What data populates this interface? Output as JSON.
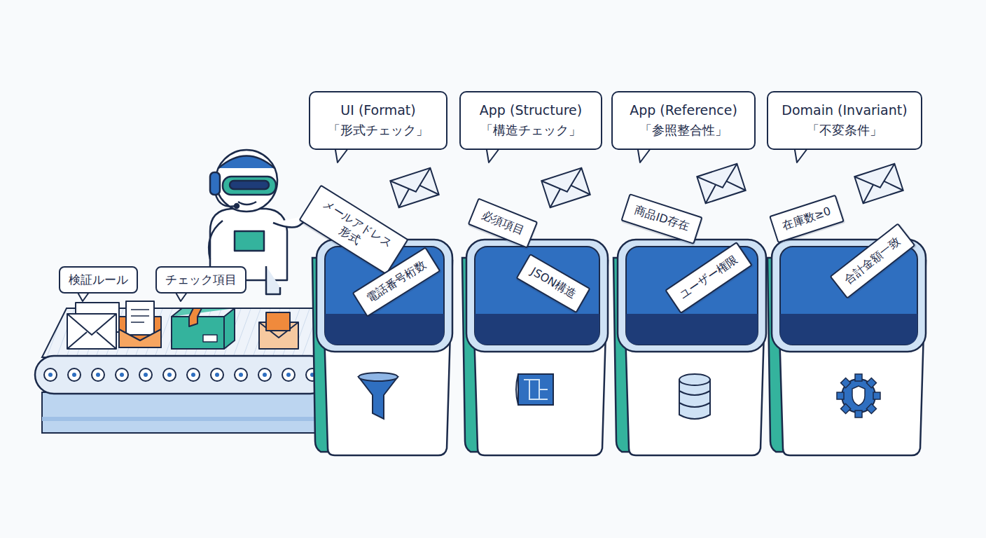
{
  "diagram": {
    "nodes": [
      {
        "text": [
          "検証ルール"
        ]
      },
      {
        "text": [
          "チェック項目"
        ]
      },
      {
        "text": [
          "UI (Format)",
          "「形式チェック」"
        ]
      },
      {
        "text": [
          "App (Structure)",
          "「構造チェック」"
        ]
      },
      {
        "text": [
          "App (Reference)",
          "「参照整合性」"
        ]
      },
      {
        "text": [
          "Domain (Invariant)",
          "「不変条件」"
        ]
      },
      {
        "text": [
          "メールアドレス 形式"
        ]
      },
      {
        "text": [
          "電話番号桁数"
        ]
      },
      {
        "text": [
          "必須項目"
        ]
      },
      {
        "text": [
          "JSON構造"
        ]
      },
      {
        "text": [
          "商品ID存在"
        ]
      },
      {
        "text": [
          "ユーザー権限"
        ]
      },
      {
        "text": [
          "在庫数≥0"
        ]
      },
      {
        "text": [
          "合計金額一致"
        ]
      }
    ]
  }
}
